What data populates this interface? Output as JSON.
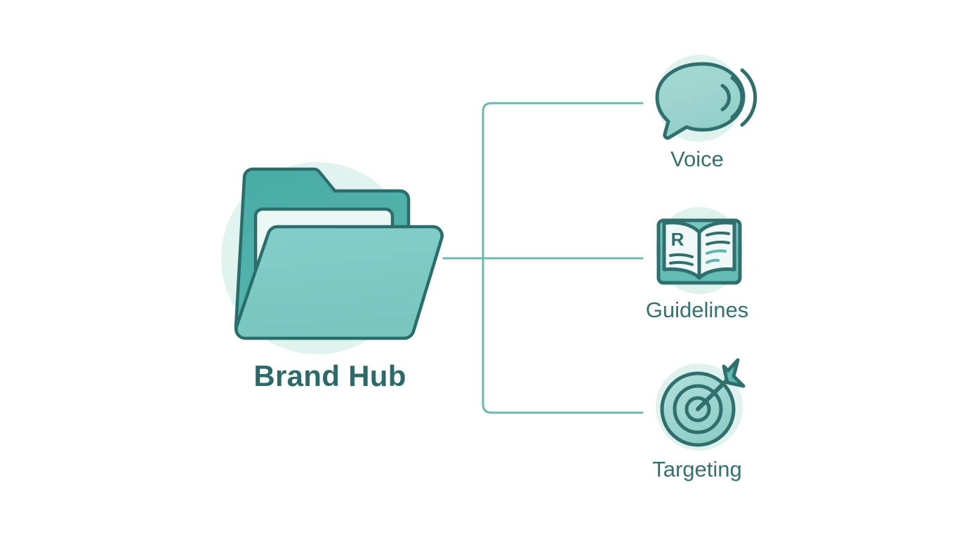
{
  "diagram": {
    "type": "mind-map",
    "title_visible": false,
    "background_color": "#ffffff",
    "orientation": "left-to-right",
    "hub": {
      "label": "Brand Hub",
      "icon": "folder-icon",
      "icon_colors": {
        "back_panel": "#4aada8",
        "front_flap": "#7ccac5",
        "paper_sheet": "#eaf7f4",
        "outline": "#2a6d6b",
        "halo": "#dcf1ec"
      },
      "label_color": "#2c6a69"
    },
    "branches": [
      {
        "label": "Voice",
        "icon": "speech-bubble-icon",
        "icon_detail": "speech bubble with three sound wave arcs",
        "halo_color": "#ddf1ec",
        "fill_color": "#9cd5cf",
        "outline_color": "#2f6f6d",
        "label_color": "#34706d"
      },
      {
        "label": "Guidelines",
        "icon": "open-book-icon",
        "icon_detail": "open book, letter R on left page, text lines on both pages",
        "page_letter": "R",
        "halo_color": "#ddf1ec",
        "fill_color": "#6fc4bd",
        "outline_color": "#2f6f6d",
        "label_color": "#34706d"
      },
      {
        "label": "Targeting",
        "icon": "target-arrow-icon",
        "icon_detail": "bullseye with three rings and an arrow hitting the center",
        "halo_color": "#ddf1ec",
        "fill_color": "#9cd5cf",
        "outline_color": "#2f6f6d",
        "label_color": "#34706d"
      }
    ],
    "connectors": {
      "color": "#6cb7b2",
      "stroke_width": 3,
      "style": "orthogonal-rounded",
      "count": 3
    }
  }
}
